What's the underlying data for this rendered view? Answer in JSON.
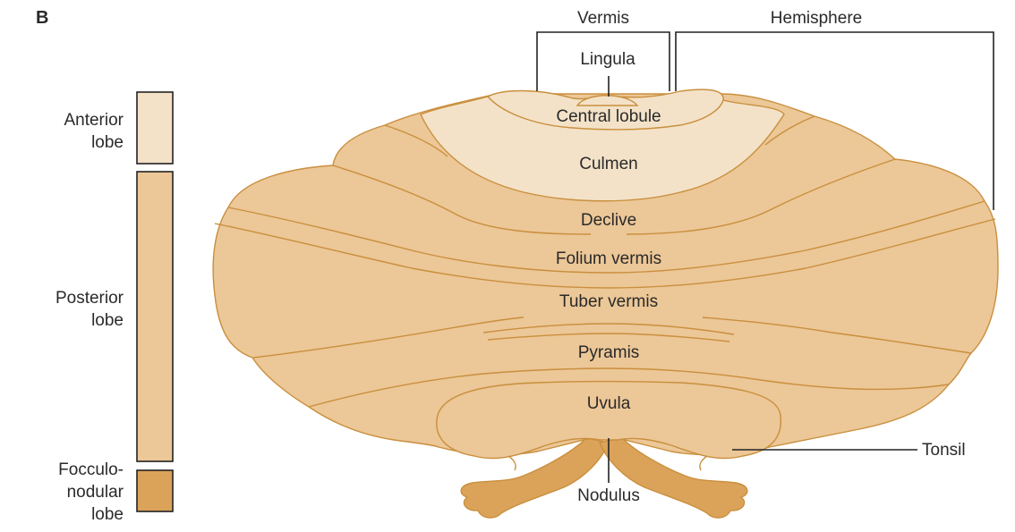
{
  "panel_letter": "B",
  "lobes": {
    "anterior": {
      "line1": "Anterior",
      "line2": "lobe",
      "color": "#f3e2c8"
    },
    "posterior": {
      "line1": "Posterior",
      "line2": "lobe",
      "color": "#ecc797"
    },
    "flocculonodular": {
      "line1": "Focculo-",
      "line2": "nodular",
      "line3": "lobe",
      "color": "#dba35a"
    }
  },
  "colors": {
    "outline": "#c98f3d",
    "anterior_fill": "#f3e2c8",
    "posterior_fill": "#ecc797",
    "flocculonodular_fill": "#dba35a",
    "leader": "#222222"
  },
  "labels": {
    "vermis": "Vermis",
    "hemisphere": "Hemisphere",
    "lingula": "Lingula",
    "central_lobule": "Central lobule",
    "culmen": "Culmen",
    "declive": "Declive",
    "folium_vermis": "Folium vermis",
    "tuber_vermis": "Tuber vermis",
    "pyramis": "Pyramis",
    "uvula": "Uvula",
    "tonsil": "Tonsil",
    "nodulus": "Nodulus"
  }
}
